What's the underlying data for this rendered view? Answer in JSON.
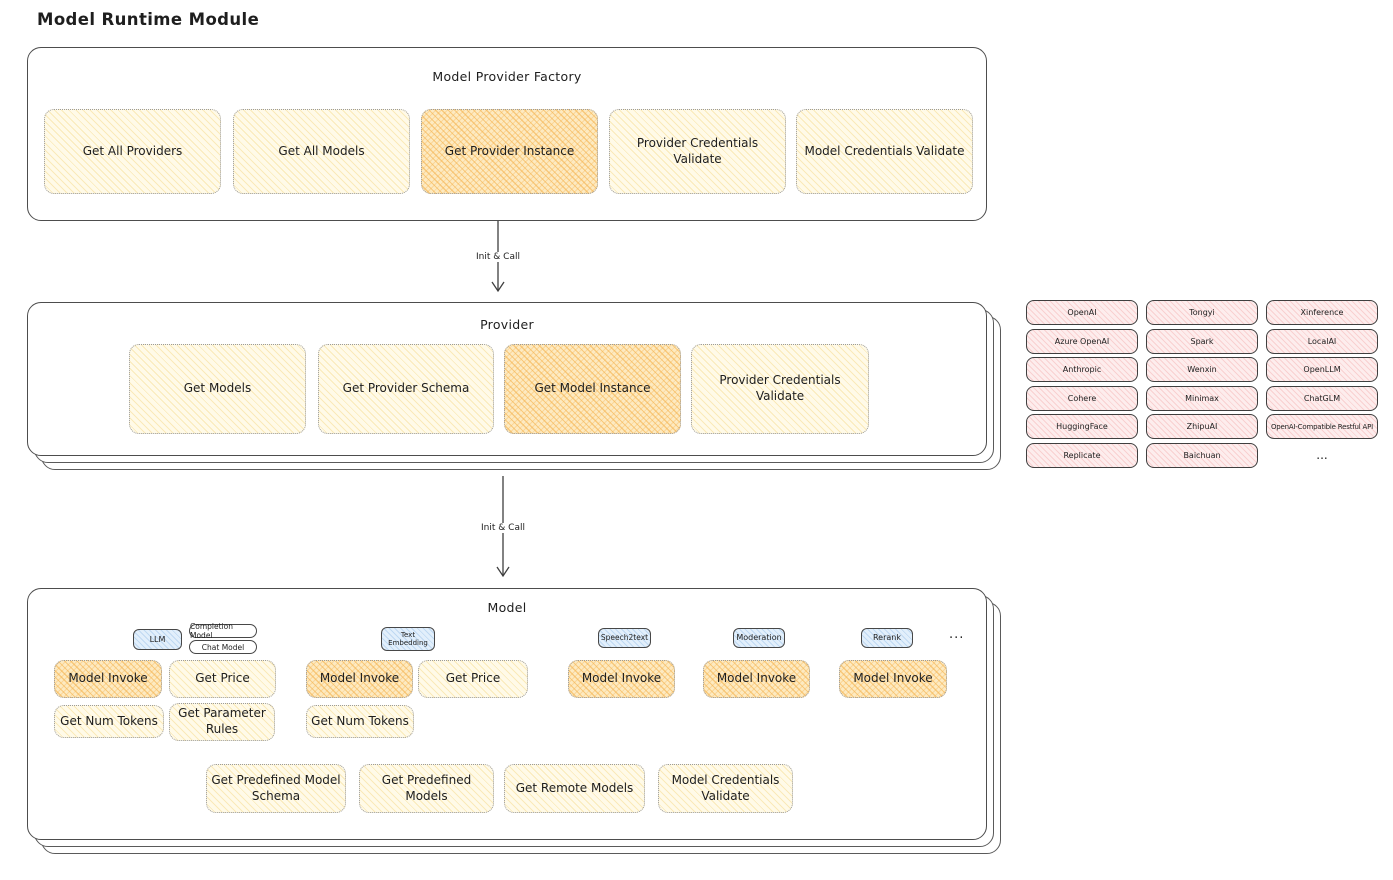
{
  "page_title": "Model Runtime Module",
  "colors": {
    "box_yellow_light": "#fffae8",
    "box_yellow_highlight": "#f5b24e",
    "chip_pink": "#fdeded",
    "tag_blue": "#e2effb",
    "border_dark": "#4d4d4d",
    "border_dotted": "#9b9b9b",
    "text": "#1e1e1e"
  },
  "factory": {
    "title": "Model Provider Factory",
    "boxes": [
      {
        "label": "Get All Providers",
        "highlight": false
      },
      {
        "label": "Get All Models",
        "highlight": false
      },
      {
        "label": "Get Provider Instance",
        "highlight": true
      },
      {
        "label": "Provider Credentials Validate",
        "highlight": false
      },
      {
        "label": "Model Credentials Validate",
        "highlight": false
      }
    ]
  },
  "arrows": {
    "factory_to_provider": "Init & Call",
    "provider_to_model": "Init & Call"
  },
  "provider": {
    "title": "Provider",
    "boxes": [
      {
        "label": "Get Models",
        "highlight": false
      },
      {
        "label": "Get Provider Schema",
        "highlight": false
      },
      {
        "label": "Get Model Instance",
        "highlight": true
      },
      {
        "label": "Provider Credentials Validate",
        "highlight": false
      }
    ]
  },
  "providers_grid": {
    "items": [
      "OpenAI",
      "Tongyi",
      "Xinference",
      "Azure OpenAI",
      "Spark",
      "LocalAI",
      "Anthropic",
      "Wenxin",
      "OpenLLM",
      "Cohere",
      "Minimax",
      "ChatGLM",
      "HuggingFace",
      "ZhipuAI",
      "OpenAI-Compatible Restful API",
      "Replicate",
      "Baichuan"
    ],
    "ellipsis": "..."
  },
  "model": {
    "title": "Model",
    "tags": {
      "llm": "LLM",
      "completion_model": "Completion Model",
      "chat_model": "Chat Model",
      "text_embedding": "Text Embedding",
      "speech2text": "Speech2text",
      "moderation": "Moderation",
      "rerank": "Rerank",
      "ellipsis": "..."
    },
    "ops": {
      "model_invoke": "Model Invoke",
      "get_price": "Get Price",
      "get_num_tokens": "Get Num Tokens",
      "get_parameter_rules": "Get Parameter Rules"
    },
    "bottom": [
      "Get Predefined Model Schema",
      "Get Predefined Models",
      "Get Remote Models",
      "Model Credentials Validate"
    ]
  }
}
